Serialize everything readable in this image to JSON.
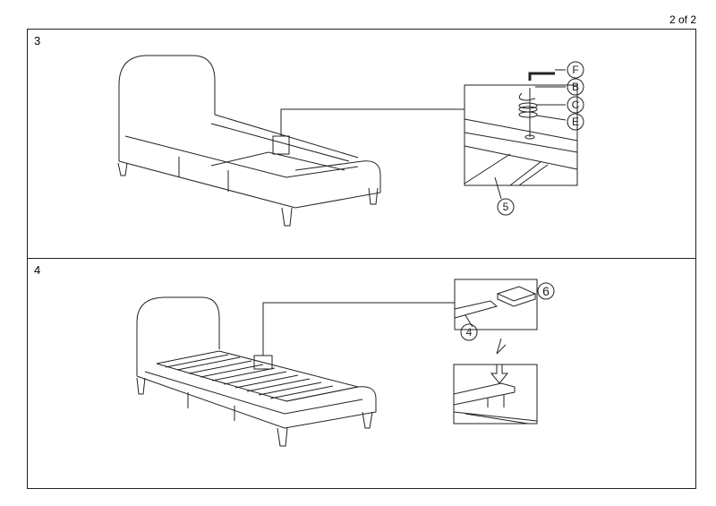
{
  "page_number": "2 of 2",
  "steps": [
    {
      "number": "3",
      "callouts": {
        "bolt": "F",
        "b": "B",
        "c": "C",
        "e": "E",
        "part": "5"
      }
    },
    {
      "number": "4",
      "callouts": {
        "slat": "4",
        "cap": "6"
      }
    }
  ]
}
